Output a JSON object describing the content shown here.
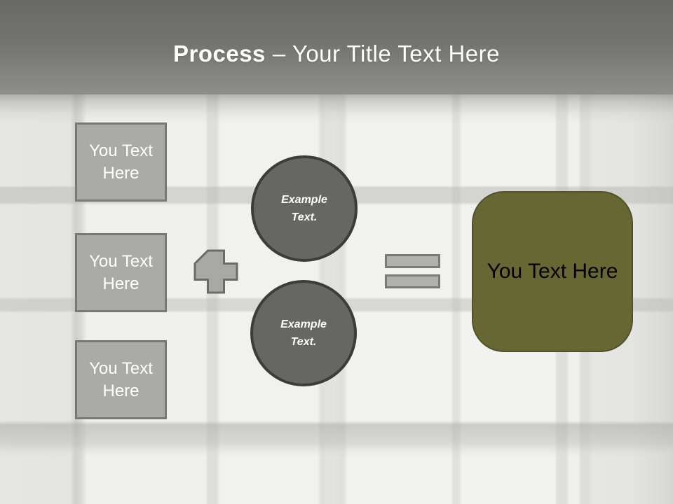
{
  "header": {
    "title_bold": "Process",
    "title_rest": "– Your Title Text Here"
  },
  "diagram": {
    "input_boxes": [
      {
        "label": "You Text Here"
      },
      {
        "label": "You Text Here"
      },
      {
        "label": "You Text Here"
      }
    ],
    "operators": [
      {
        "name": "plus-icon",
        "glyph": "+"
      },
      {
        "name": "equals-icon",
        "glyph": "="
      }
    ],
    "circles": [
      {
        "label": "Example Text."
      },
      {
        "label": "Example Text."
      }
    ],
    "result_box": {
      "label": "You Text Here"
    }
  },
  "colors": {
    "header_gray_top": "#696965",
    "header_gray_bottom": "#8E8E8A",
    "title_color": "#FFFFFF",
    "box_fill": "#AAAAA8",
    "box_border": "#787876",
    "box_text": "#FFFFFF",
    "operator_fill": "#B1B1AF",
    "operator_border": "#7A7A78",
    "circle_fill": "#666664",
    "circle_border": "#3C3C3A",
    "result_fill": "#676733",
    "result_border": "#50502A",
    "result_text": "#000000"
  }
}
